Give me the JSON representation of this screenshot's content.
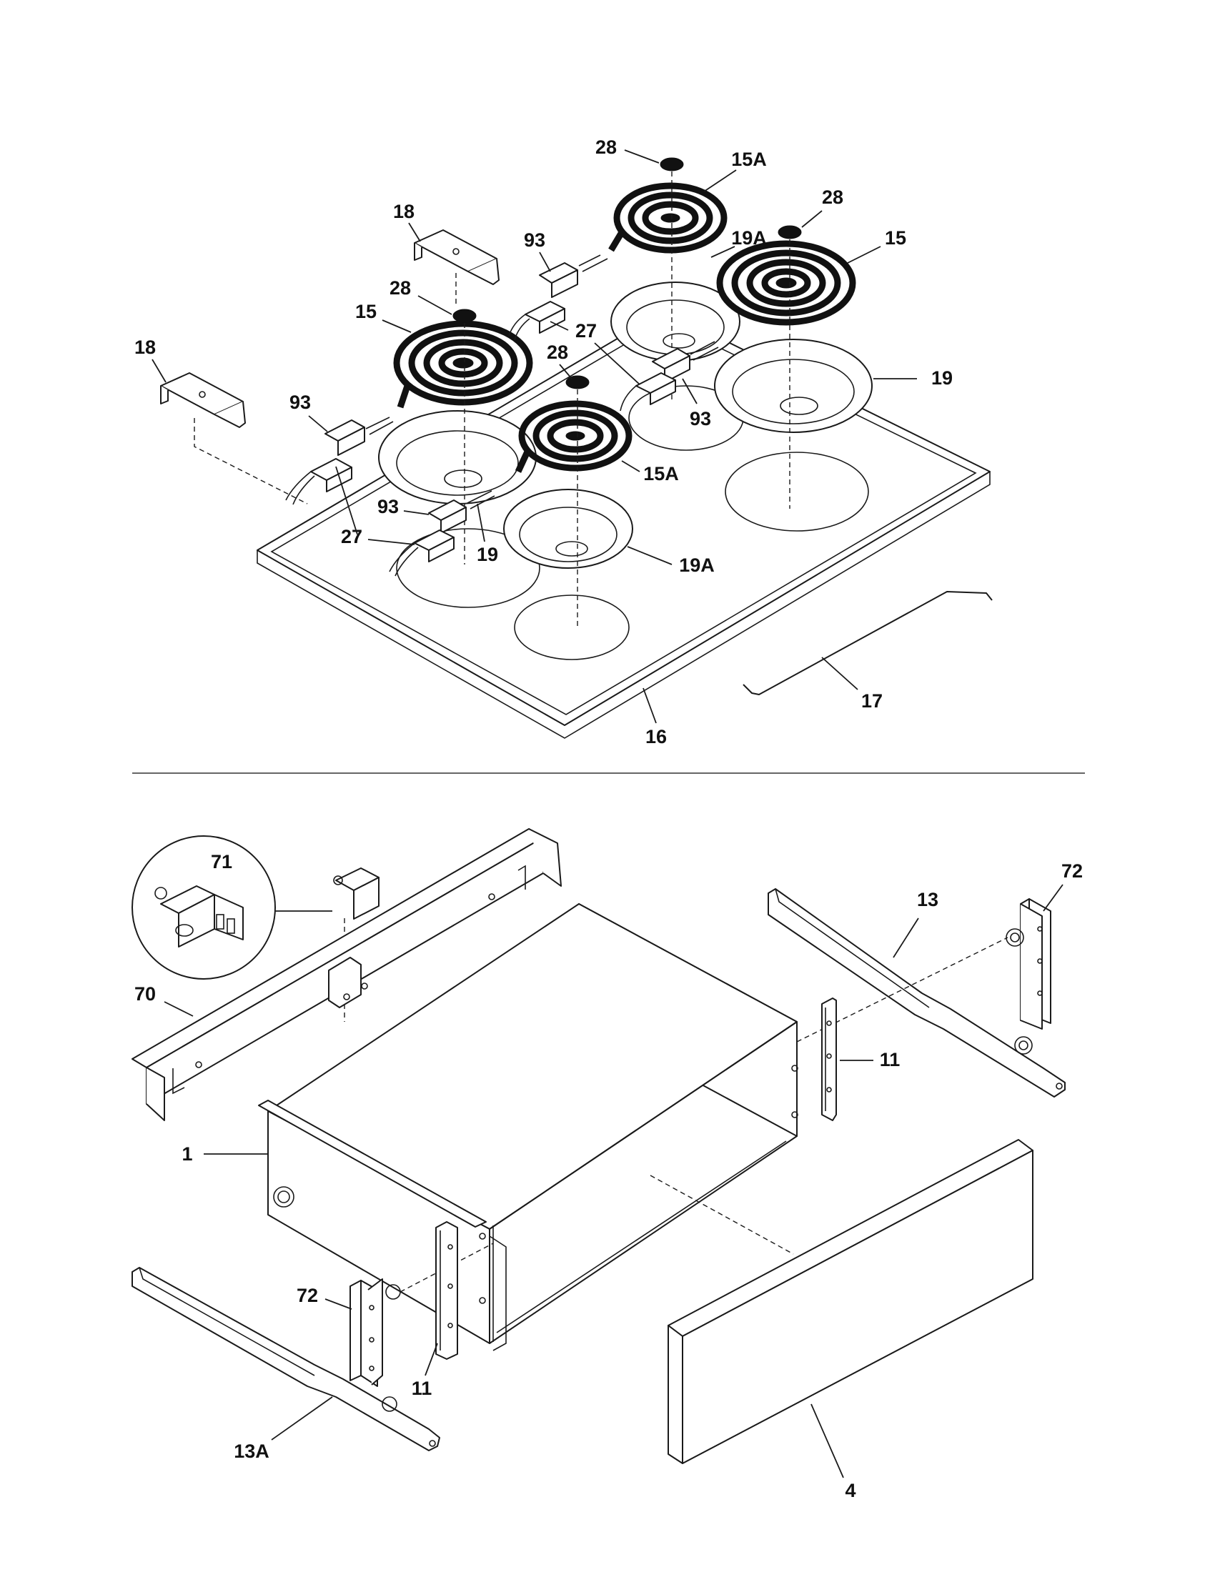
{
  "callouts": {
    "c28a": "28",
    "c15a_top": "15A",
    "c28b": "28",
    "c19a_top": "19A",
    "c15_right": "15",
    "c18_top": "18",
    "c93_top": "93",
    "c28c": "28",
    "c15_left": "15",
    "c27_mid": "27",
    "c28d": "28",
    "c18_left": "18",
    "c19_right": "19",
    "c93_left": "93",
    "c93_mid": "93",
    "c15a_front": "15A",
    "c93_front": "93",
    "c27_front": "27",
    "c19_front": "19",
    "c19a_front": "19A",
    "c17": "17",
    "c16": "16",
    "c71": "71",
    "c72_right": "72",
    "c13": "13",
    "c70": "70",
    "c11_right": "11",
    "c1": "1",
    "c72_left": "72",
    "c11_left": "11",
    "c13a": "13A",
    "c4": "4"
  }
}
